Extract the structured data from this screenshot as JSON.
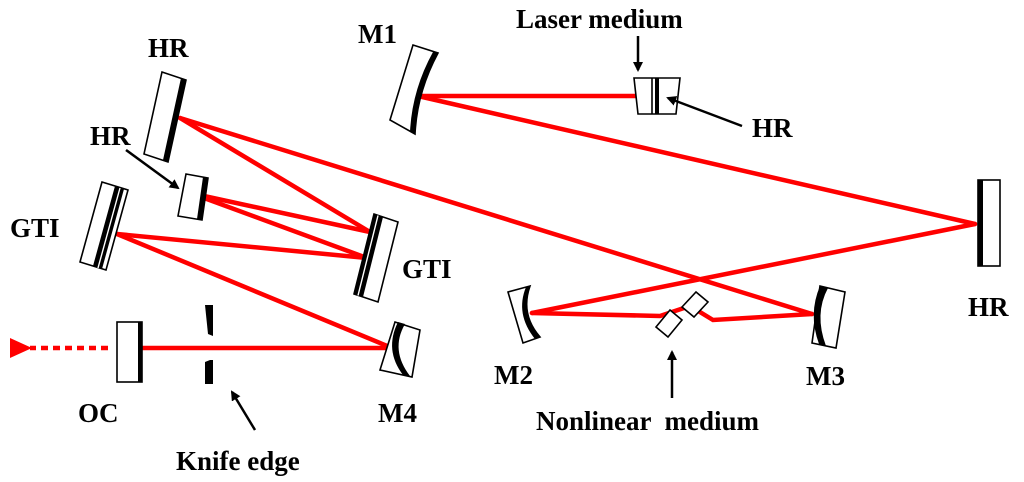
{
  "labels": {
    "laser_medium": "Laser medium",
    "m1": "M1",
    "hr_top_left": "HR",
    "hr_small": "HR",
    "gti_left": "GTI",
    "gti_right": "GTI",
    "hr_laser": "HR",
    "hr_right": "HR",
    "m2": "M2",
    "m3": "M3",
    "m4": "M4",
    "oc": "OC",
    "knife_edge": "Knife edge",
    "nonlinear_medium": "Nonlinear  medium"
  },
  "colors": {
    "beam": "#ff0000",
    "outline": "#000000",
    "background": "#ffffff"
  }
}
